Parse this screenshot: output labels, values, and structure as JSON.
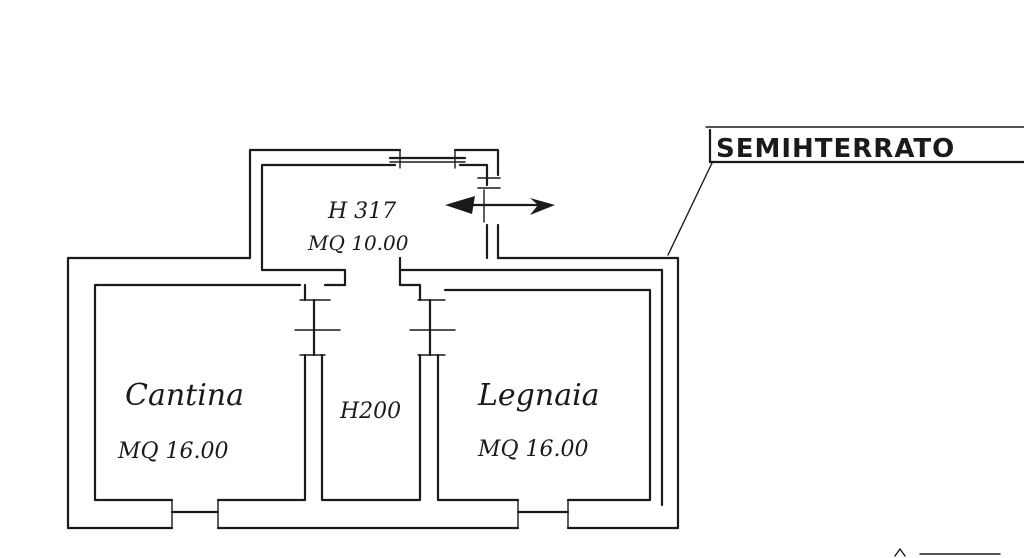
{
  "floor_label": "SEMIHTERRATO",
  "rooms": {
    "top": {
      "height": "H 317",
      "area": "MQ 10.00"
    },
    "left": {
      "name": "Cantina",
      "area": "MQ 16.00"
    },
    "center": {
      "height": "H200"
    },
    "right": {
      "name": "Legnaia",
      "area": "MQ 16.00"
    }
  },
  "colors": {
    "ink": "#1a1a1a",
    "paper": "#ffffff"
  },
  "icons": {
    "entrance_arrow": "arrow-left-icon"
  }
}
